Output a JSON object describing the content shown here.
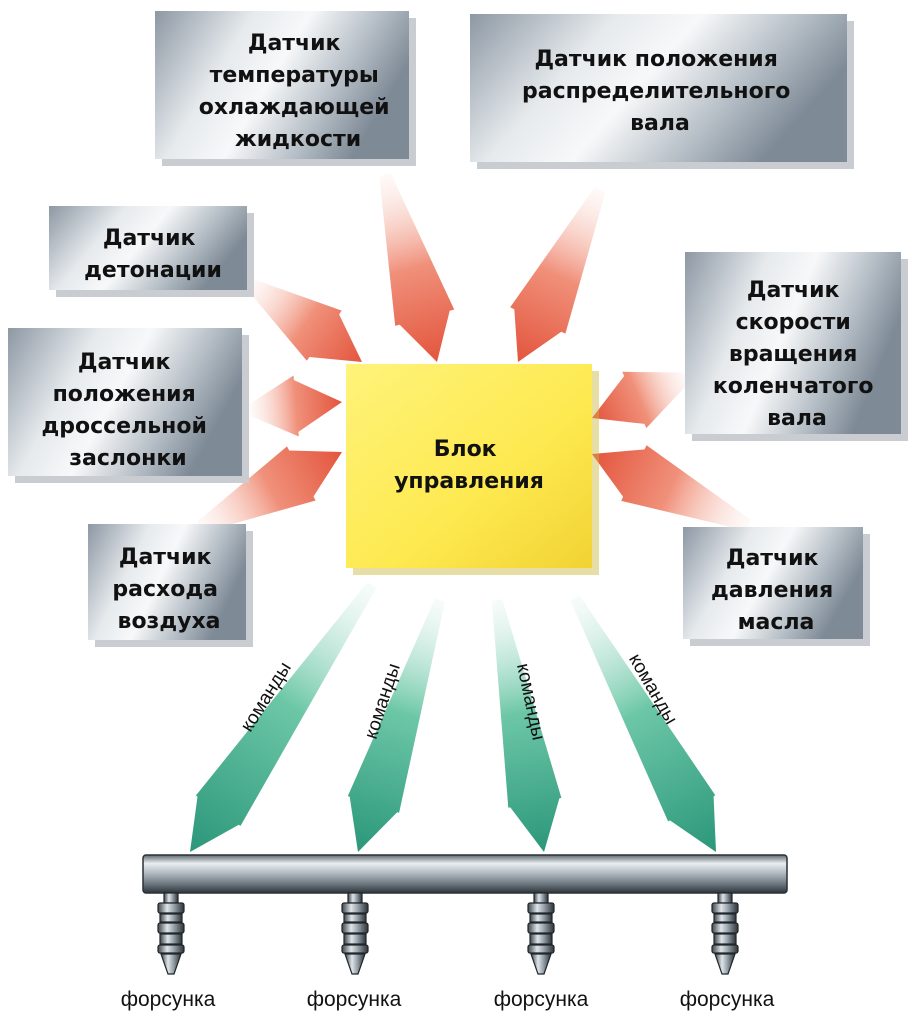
{
  "colors": {
    "input_arrow": "#e8705a",
    "command_arrow": "#3aa98a",
    "center_box": "#fde94f",
    "sensor_box": "#a9b3bc"
  },
  "sensors": [
    {
      "id": "coolant-temp",
      "lines": [
        "Датчик",
        "температуры",
        "охлаждающей",
        "жидкости"
      ]
    },
    {
      "id": "camshaft-position",
      "lines": [
        "Датчик положения",
        "распределительного",
        "вала"
      ]
    },
    {
      "id": "knock",
      "lines": [
        "Датчик",
        "детонации"
      ]
    },
    {
      "id": "crankshaft-speed",
      "lines": [
        "Датчик",
        "скорости",
        "вращения",
        "коленчатого",
        "вала"
      ]
    },
    {
      "id": "throttle-position",
      "lines": [
        "Датчик",
        "положения",
        "дроссельной",
        "заслонки"
      ]
    },
    {
      "id": "air-flow",
      "lines": [
        "Датчик",
        "расхода",
        "воздуха"
      ]
    },
    {
      "id": "oil-pressure",
      "lines": [
        "Датчик",
        "давления",
        "масла"
      ]
    }
  ],
  "control_unit": {
    "lines": [
      "Блок",
      "управления"
    ]
  },
  "commands": [
    "команды",
    "команды",
    "команды",
    "команды"
  ],
  "injectors": [
    "форсунка",
    "форсунка",
    "форсунка",
    "форсунка"
  ]
}
